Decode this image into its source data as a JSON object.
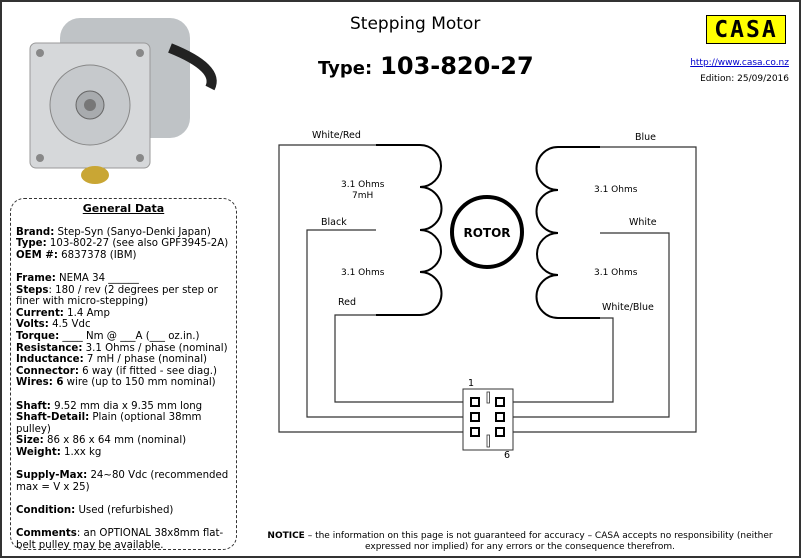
{
  "header": {
    "title": "Stepping Motor",
    "type_label": "Type:",
    "type_value": "103-820-27",
    "logo_text": "CASA",
    "url": "http://www.casa.co.nz",
    "edition": "Edition: 25/09/2016"
  },
  "general_data": {
    "heading": "General Data",
    "rows": [
      {
        "k": "Brand:",
        "v": " Step-Syn (Sanyo-Denki  Japan)"
      },
      {
        "k": "Type:",
        "v": " 103-802-27 (see also GPF3945-2A)"
      },
      {
        "k": "OEM #:",
        "v": " 6837378 (IBM)"
      },
      {
        "k": "Frame:",
        "v": " NEMA 34 ______"
      },
      {
        "k": "Steps",
        "v": ": 180 / rev (2 degrees per step or finer with micro-stepping)"
      },
      {
        "k": "Current:",
        "v": " 1.4  Amp"
      },
      {
        "k": "Volts:",
        "v": " 4.5 Vdc"
      },
      {
        "k": "Torque:",
        "v": "  ____ Nm @ ___A (___ oz.in.)"
      },
      {
        "k": "Resistance:",
        "v": " 3.1 Ohms / phase (nominal)"
      },
      {
        "k": "Inductance:",
        "v": " 7 mH / phase (nominal)"
      },
      {
        "k": "Connector:",
        "v": "  6 way (if fitted - see diag.)"
      },
      {
        "k": "Wires: 6",
        "v": " wire (up to 150 mm nominal)"
      },
      {
        "k": "Shaft:",
        "v": " 9.52 mm dia x 9.35 mm long"
      },
      {
        "k": "Shaft-Detail:",
        "v": " Plain (optional 38mm pulley)"
      },
      {
        "k": "Size:",
        "v": " 86 x 86 x 64 mm (nominal)"
      },
      {
        "k": "Weight:",
        "v": " 1.xx kg"
      },
      {
        "k": "Supply-Max:",
        "v": " 24~80 Vdc (recommended max = V x 25)"
      },
      {
        "k": "Condition:",
        "v": " Used  (refurbished)"
      },
      {
        "k": "Comments",
        "v": ": an OPTIONAL 38x8mm flat-belt pulley may be available."
      }
    ]
  },
  "diagram": {
    "wire_white_red": "White/Red",
    "wire_black": "Black",
    "wire_red": "Red",
    "wire_blue": "Blue",
    "wire_white": "White",
    "wire_white_blue": "White/Blue",
    "coil_a1_line1": "3.1 Ohms",
    "coil_a1_line2": "7mH",
    "coil_a2": "3.1 Ohms",
    "coil_b1": "3.1 Ohms",
    "coil_b2": "3.1 Ohms",
    "rotor": "ROTOR",
    "pin_1": "1",
    "pin_6": "6"
  },
  "notice": {
    "bold": "NOTICE",
    "text": " – the information on this page is not guaranteed for accuracy – CASA accepts no responsibility (neither expressed nor implied) for any errors or the consequence therefrom."
  }
}
